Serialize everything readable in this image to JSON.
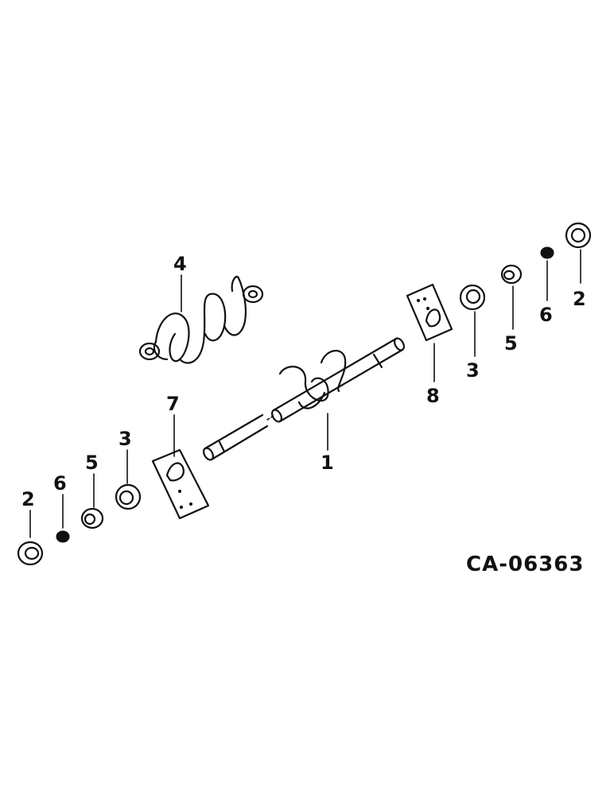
{
  "figure_id": "CA-06363",
  "callouts": {
    "shaft": "1",
    "nut_left": "2",
    "nut_right": "2",
    "bearing_left": "3",
    "bearing_right": "3",
    "flighting": "4",
    "bushing_left": "5",
    "bushing_right": "5",
    "washer_left": "6",
    "washer_right": "6",
    "plate_left": "7",
    "plate_right": "8"
  }
}
